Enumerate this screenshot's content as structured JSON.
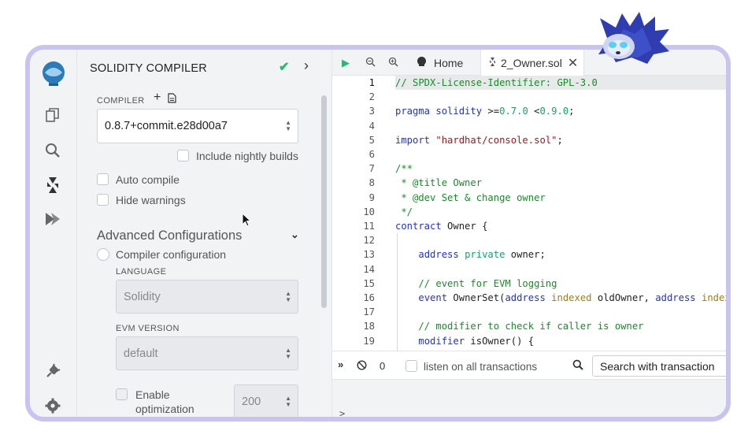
{
  "side_panel": {
    "title": "SOLIDITY COMPILER",
    "compiler_label": "COMPILER",
    "compiler_version": "0.8.7+commit.e28d00a7",
    "include_nightly": "Include nightly builds",
    "auto_compile": "Auto compile",
    "hide_warnings": "Hide warnings",
    "advanced_title": "Advanced Configurations",
    "compiler_configuration": "Compiler configuration",
    "language_label": "LANGUAGE",
    "language_value": "Solidity",
    "evm_label": "EVM VERSION",
    "evm_value": "default",
    "enable_optimization": "Enable optimization",
    "runs_value": "200"
  },
  "editor": {
    "tabs": [
      {
        "label": "Home"
      },
      {
        "label": "2_Owner.sol"
      }
    ],
    "line_numbers": [
      "1",
      "2",
      "3",
      "4",
      "5",
      "6",
      "7",
      "8",
      "9",
      "10",
      "11",
      "12",
      "13",
      "14",
      "15",
      "16",
      "17",
      "18",
      "19"
    ]
  },
  "terminal": {
    "count": "0",
    "listen_label": "listen on all transactions",
    "search_placeholder": "Search with transaction",
    "prompt": ">"
  },
  "colors": {
    "accent_border": "#c9c3ef",
    "panel_bg": "#f2f3f5",
    "run_green": "#2bb673"
  }
}
